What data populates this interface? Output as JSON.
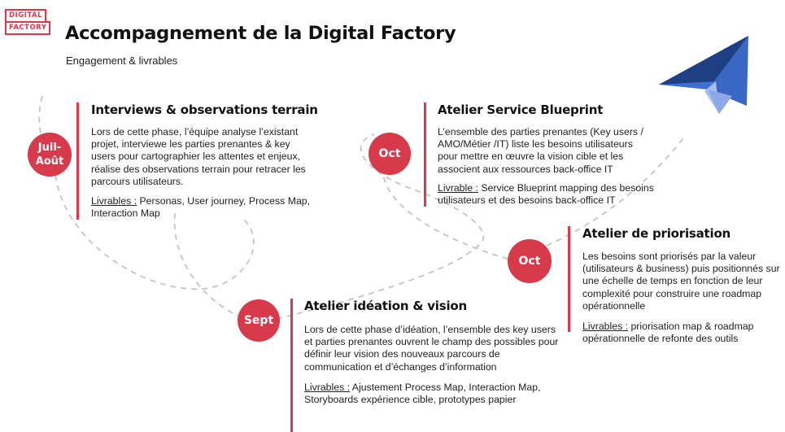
{
  "logo": {
    "line1": "DIGITAL",
    "line2": "FACTORY"
  },
  "title": "Accompagnement de la Digital Factory",
  "subtitle": "Engagement & livrables",
  "colors": {
    "accent": "#d73a4b",
    "plane_dark": "#1f3f85",
    "plane_mid": "#3f6fd1",
    "plane_light": "#a9c0ee",
    "path": "#c4c4c4"
  },
  "icon": "paper-plane-icon",
  "steps": {
    "interviews": {
      "date": "Juil-\nAoût",
      "title": "Interviews & observations terrain",
      "body": "Lors de cette phase, l’équipe analyse l’existant projet, interviewe les parties prenantes & key users pour cartographier les attentes et enjeux, réalise des observations terrain pour retracer les parcours utilisateurs.",
      "livrables_label": "Livrables :",
      "livrables_text": " Personas, User journey, Process Map, Interaction Map"
    },
    "ideation": {
      "date": "Sept",
      "title": "Atelier idéation & vision",
      "body": "Lors de cette phase d’idéation, l’ensemble des key users et parties prenantes ouvrent le champ des possibles pour définir leur vision des nouveaux parcours de communication et d’échanges d’information",
      "livrables_label": "Livrables :",
      "livrables_text": " Ajustement Process Map, Interaction Map, Storyboards expérience cible, prototypes papier"
    },
    "blueprint": {
      "date": "Oct",
      "title": "Atelier Service Blueprint",
      "body": "L’ensemble des parties prenantes (Key users / AMO/Métier /IT) liste les besoins utilisateurs pour mettre en œuvre la vision cible et les associent aux ressources back-office IT",
      "livrables_label": "Livrable :",
      "livrables_text": " Service Blueprint mapping des besoins utilisateurs et des besoins back-office IT"
    },
    "priorisation": {
      "date": "Oct",
      "title": "Atelier de priorisation",
      "body": "Les besoins sont priorisés par la valeur (utilisateurs & business) puis positionnés sur une échelle de temps en fonction de leur complexité pour construire une roadmap opérationnelle",
      "livrables_label": "Livrables :",
      "livrables_text": " priorisation map & roadmap opérationnelle de refonte des outils"
    }
  }
}
